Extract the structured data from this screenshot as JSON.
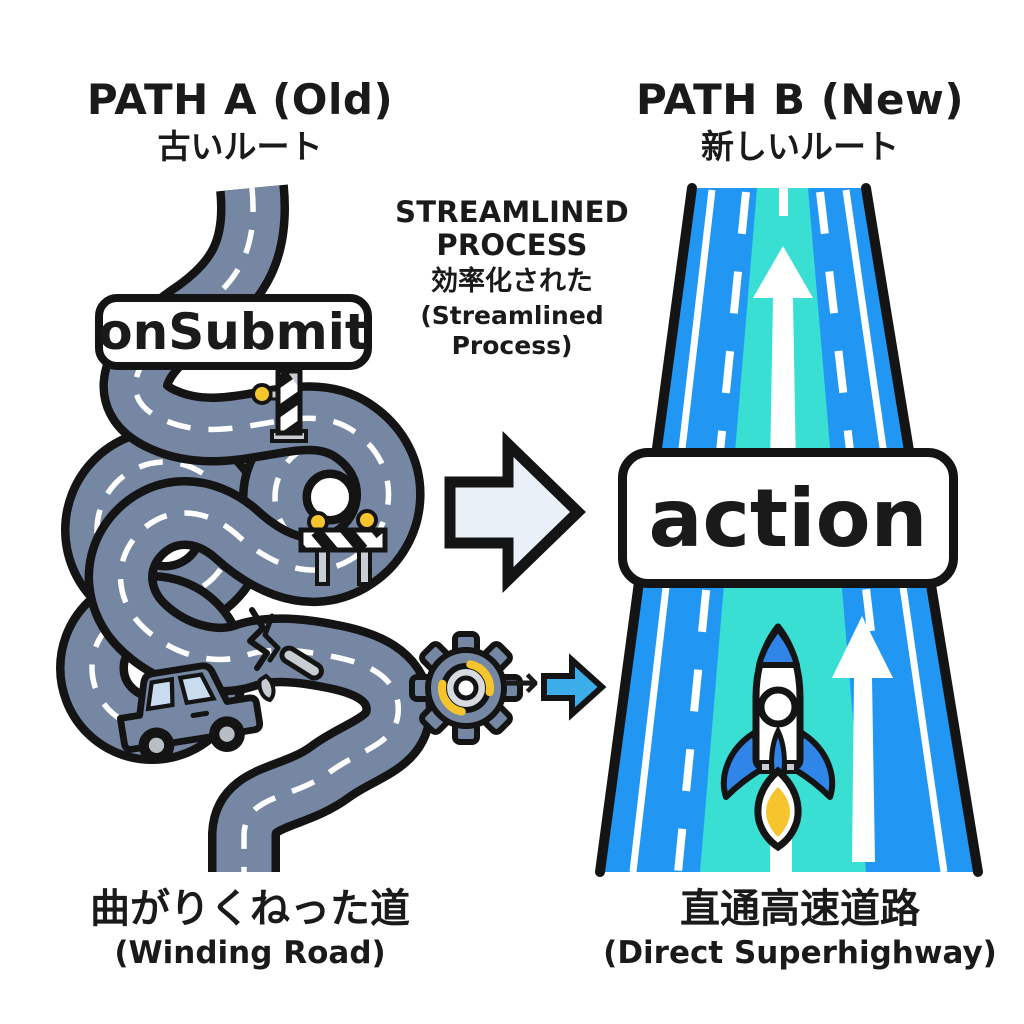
{
  "diagram": {
    "path_a": {
      "title": "PATH A (Old)",
      "subtitle_jp": "古いルート",
      "road_label": "onSubmit",
      "bottom_label_jp": "曲がりくねった道",
      "bottom_label_en": "(Winding Road)"
    },
    "path_b": {
      "title": "PATH B (New)",
      "subtitle_jp": "新しいルート",
      "road_label": "action",
      "bottom_label_jp": "直通高速道路",
      "bottom_label_en": "(Direct Superhighway)"
    },
    "center": {
      "process_title_line1": "STREAMLINED",
      "process_title_line2": "PROCESS",
      "process_jp": "効率化された",
      "process_en_line1": "(Streamlined",
      "process_en_line2": "Process)",
      "transform_arrow": "→"
    },
    "icons": {
      "left": [
        "winding-road",
        "car-icon",
        "roadblock-pole-icon",
        "barricade-icon",
        "road-crack-icon"
      ],
      "center": [
        "big-arrow-icon",
        "gear-icon",
        "thin-arrow-icon",
        "small-arrow-icon"
      ],
      "right": [
        "superhighway",
        "up-arrow-icon",
        "rocket-icon"
      ]
    },
    "colors": {
      "road": "#7587A3",
      "outline": "#141414",
      "highway_blue": "#2196F3",
      "highway_cyan": "#3ADFD4",
      "rocket_blue": "#2F86E8",
      "accent_yellow": "#F6C52E",
      "big_arrow_fill": "#E9F0F7",
      "small_arrow_blue": "#3BADE8",
      "gray_detail": "#C8CCD3",
      "window_blue": "#C9DCEF",
      "text": "#1A1A1A"
    }
  }
}
